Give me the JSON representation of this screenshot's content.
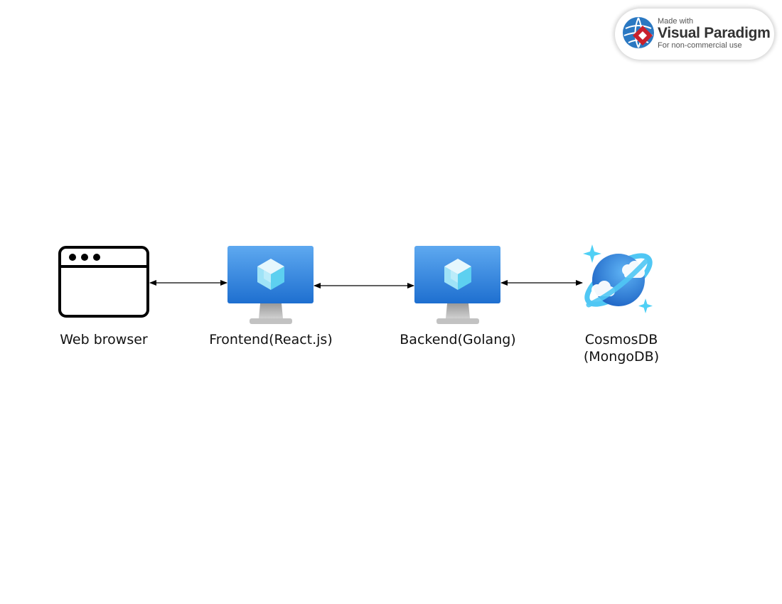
{
  "watermark": {
    "made_with": "Made with",
    "brand": "Visual Paradigm",
    "usage": "For non-commercial use"
  },
  "nodes": {
    "browser": {
      "label": "Web browser",
      "icon": "browser-window-icon"
    },
    "frontend": {
      "label": "Frontend(React.js)",
      "icon": "azure-vm-icon"
    },
    "backend": {
      "label": "Backend(Golang)",
      "icon": "azure-vm-icon"
    },
    "cosmos": {
      "label_line1": "CosmosDB",
      "label_line2": "(MongoDB)",
      "icon": "cosmos-db-icon"
    }
  },
  "connections": [
    {
      "from": "browser",
      "to": "frontend",
      "style": "bidirectional"
    },
    {
      "from": "frontend",
      "to": "backend",
      "style": "bidirectional"
    },
    {
      "from": "backend",
      "to": "cosmos",
      "style": "bidirectional"
    }
  ],
  "colors": {
    "vm_screen_top": "#5ea9f0",
    "vm_screen_bottom": "#1e6fd0",
    "vm_stand": "#b9b9b9",
    "cosmos_blue": "#2f8ae0",
    "cosmos_ring": "#50c7f4",
    "sparkle": "#4fd0f5"
  }
}
